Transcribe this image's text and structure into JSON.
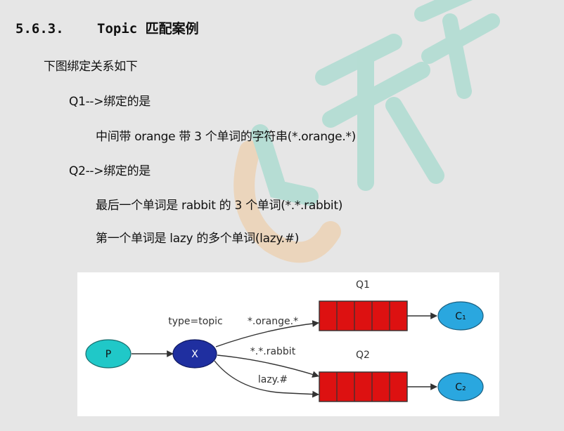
{
  "section": {
    "number": "5.6.3.",
    "title": "Topic 匹配案例"
  },
  "intro": "下图绑定关系如下",
  "items": [
    "Q1-->绑定的是",
    "中间带 orange 带 3 个单词的字符串(*.orange.*)",
    "Q2-->绑定的是",
    "最后一个单词是 rabbit 的 3 个单词(*.*.rabbit)",
    "第一个单词是 lazy 的多个单词(lazy.#)"
  ],
  "diagram": {
    "producer": "P",
    "exchange": "X",
    "exchange_type": "type=topic",
    "queue1_label": "Q1",
    "queue2_label": "Q2",
    "binding1": "*.orange.*",
    "binding2": "*.*.rabbit",
    "binding3": "lazy.#",
    "consumer1": "C₁",
    "consumer2": "C₂",
    "colors": {
      "producer": "#20c8c8",
      "exchange": "#1f2fa0",
      "queue": "#dd1111",
      "consumer": "#2aa7df"
    }
  }
}
